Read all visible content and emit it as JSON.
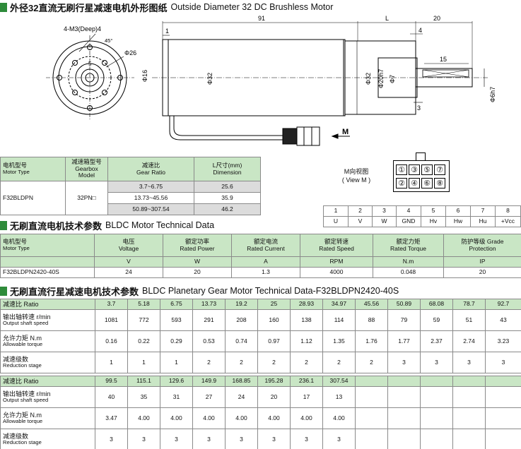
{
  "title": {
    "cn": "外径32直流无刷行星减速电机外形图纸",
    "en": "Outside Diameter 32 DC Brushless Motor"
  },
  "drawing": {
    "dims": {
      "d91": "91",
      "dL": "L",
      "d20": "20",
      "d1": "1",
      "d4": "4",
      "d15": "15",
      "d3": "3",
      "d5": "5"
    },
    "labels": {
      "holes": "4-M3(Deep)4",
      "angle": "45°",
      "phi26": "Φ26",
      "phi16": "Φ16",
      "phi32a": "Φ32",
      "phi32b": "Φ32",
      "phi20": "Φ20h7",
      "phi7": "Φ7",
      "phi6": "Φ6h7",
      "m": "M"
    },
    "connector": {
      "title_cn": "M向视图",
      "title_en": "( View M )",
      "top_pins": [
        "①",
        "③",
        "⑤",
        "⑦"
      ],
      "bottom_pins": [
        "②",
        "④",
        "⑥",
        "⑧"
      ]
    }
  },
  "pin_table": {
    "numbers": [
      "1",
      "2",
      "3",
      "4",
      "5",
      "6",
      "7",
      "8"
    ],
    "signals": [
      "U",
      "V",
      "W",
      "GND",
      "Hv",
      "Hw",
      "Hu",
      "+Vcc"
    ]
  },
  "model_table": {
    "headers": [
      {
        "cn": "电机型号",
        "en": "Motor Type"
      },
      {
        "cn": "减速箱型号",
        "en": "Gearbox Model"
      },
      {
        "cn": "减速比",
        "en": "Gear Ratio"
      },
      {
        "cn": "L尺寸(mm)",
        "en": "Dimension"
      }
    ],
    "motor": "F32BLDPN",
    "gearbox": "32PN□",
    "rows": [
      {
        "ratio": "3.7~6.75",
        "dim": "25.6"
      },
      {
        "ratio": "13.73~45.56",
        "dim": "35.9"
      },
      {
        "ratio": "50.89~307.54",
        "dim": "46.2"
      }
    ]
  },
  "bldc_section": {
    "title_cn": "无刷直流电机技术参数",
    "title_en": "BLDC Motor Technical Data",
    "headers": [
      {
        "cn": "电机型号",
        "en": "Motor Type"
      },
      {
        "cn": "电压",
        "en": "Voltage"
      },
      {
        "cn": "额定功率",
        "en": "Rated Power"
      },
      {
        "cn": "额定电流",
        "en": "Rated Current"
      },
      {
        "cn": "额定转速",
        "en": "Rated Speed"
      },
      {
        "cn": "额定力矩",
        "en": "Rated Torque"
      },
      {
        "cn": "防护等级 Grade",
        "en": "Protection"
      }
    ],
    "units": [
      "",
      "V",
      "W",
      "A",
      "RPM",
      "N.m",
      "IP"
    ],
    "row": [
      "F32BLDPN2420-40S",
      "24",
      "20",
      "1.3",
      "4000",
      "0.048",
      "20"
    ]
  },
  "gear_section": {
    "title_cn": "无刷直流行星减速电机技术参数",
    "title_en": "BLDC Planetary Gear Motor Technical Data-F32BLDPN2420-40S",
    "row_labels": {
      "ratio": "减速比 Ratio",
      "speed_cn": "输出轴转速 r/min",
      "speed_en": "Output shaft speed",
      "torque_cn": "允许力矩 N.m",
      "torque_en": "Allowable torque",
      "stage_cn": "减速级数",
      "stage_en": "Reduction stage"
    },
    "table1": {
      "ratio": [
        "3.7",
        "5.18",
        "6.75",
        "13.73",
        "19.2",
        "25",
        "28.93",
        "34.97",
        "45.56",
        "50.89",
        "68.08",
        "78.7",
        "92.7"
      ],
      "speed": [
        "1081",
        "772",
        "593",
        "291",
        "208",
        "160",
        "138",
        "114",
        "88",
        "79",
        "59",
        "51",
        "43"
      ],
      "torque": [
        "0.16",
        "0.22",
        "0.29",
        "0.53",
        "0.74",
        "0.97",
        "1.12",
        "1.35",
        "1.76",
        "1.77",
        "2.37",
        "2.74",
        "3.23"
      ],
      "stage": [
        "1",
        "1",
        "1",
        "2",
        "2",
        "2",
        "2",
        "2",
        "2",
        "3",
        "3",
        "3",
        "3"
      ]
    },
    "table2": {
      "ratio": [
        "99.5",
        "115.1",
        "129.6",
        "149.9",
        "168.85",
        "195.28",
        "236.1",
        "307.54",
        "",
        "",
        "",
        "",
        ""
      ],
      "speed": [
        "40",
        "35",
        "31",
        "27",
        "24",
        "20",
        "17",
        "13",
        "",
        "",
        "",
        "",
        ""
      ],
      "torque": [
        "3.47",
        "4.00",
        "4.00",
        "4.00",
        "4.00",
        "4.00",
        "4.00",
        "4.00",
        "",
        "",
        "",
        "",
        ""
      ],
      "stage": [
        "3",
        "3",
        "3",
        "3",
        "3",
        "3",
        "3",
        "3",
        "",
        "",
        "",
        "",
        ""
      ]
    }
  },
  "colors": {
    "accent": "#2e8b3a",
    "header_bg": "#c9e6c5",
    "gray_bg": "#dcdcdc"
  }
}
